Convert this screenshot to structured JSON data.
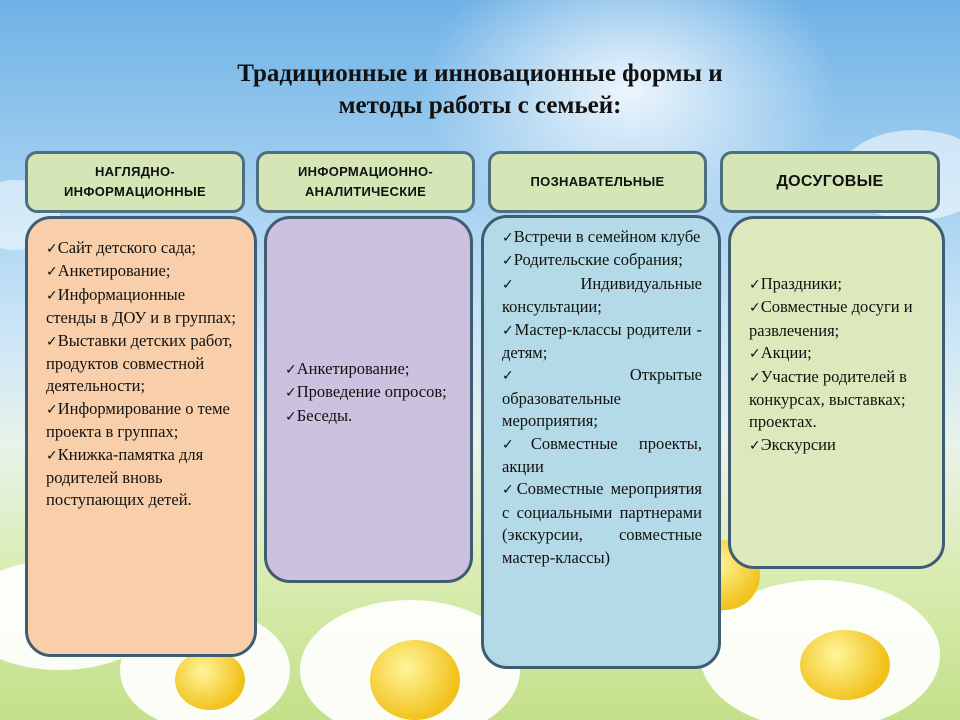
{
  "title": {
    "line1": "Традиционные и инновационные формы и",
    "line2": "методы работы с семьей:"
  },
  "columns": [
    {
      "header_line1": "НАГЛЯДНО-",
      "header_line2": "ИНФОРМАЦИОННЫЕ",
      "items": [
        "Сайт детского сада;",
        "Анкетирование;",
        "Информационные стенды в ДОУ и в группах;",
        "Выставки детских работ, продуктов совместной деятельности;",
        "Информирование о теме проекта в группах;",
        "Книжка-памятка для родителей вновь поступающих детей."
      ]
    },
    {
      "header_line1": "ИНФОРМАЦИОННО-",
      "header_line2": "АНАЛИТИЧЕСКИЕ",
      "items": [
        "Анкетирование;",
        "Проведение опросов;",
        "Беседы."
      ]
    },
    {
      "header_line1": "ПОЗНАВАТЕЛЬНЫЕ",
      "header_line2": "",
      "items": [
        "Встречи в семейном клубе",
        "Родительские собрания;",
        "Индивидуальные консультации;",
        "Мастер-классы родители - детям;",
        "Открытые образовательные мероприятия;",
        "Совместные проекты, акции",
        "Совместные мероприятия с социальными партнерами (экскурсии, совместные мастер-классы)"
      ]
    },
    {
      "header_line1": "ДОСУГОВЫЕ",
      "header_line2": "",
      "items": [
        "Праздники;",
        "Совместные досуги и развлечения;",
        "Акции;",
        "Участие родителей в конкурсах, выставках; проектах.",
        "Экскурсии"
      ]
    }
  ],
  "colors": {
    "header_fill": "#d5e6b6",
    "border": "#3f5d72",
    "col1_fill": "#f8cfaa",
    "col2_fill": "#cdc1e0",
    "col3_fill": "#b3dae6",
    "col4_fill": "#dde9bd"
  }
}
